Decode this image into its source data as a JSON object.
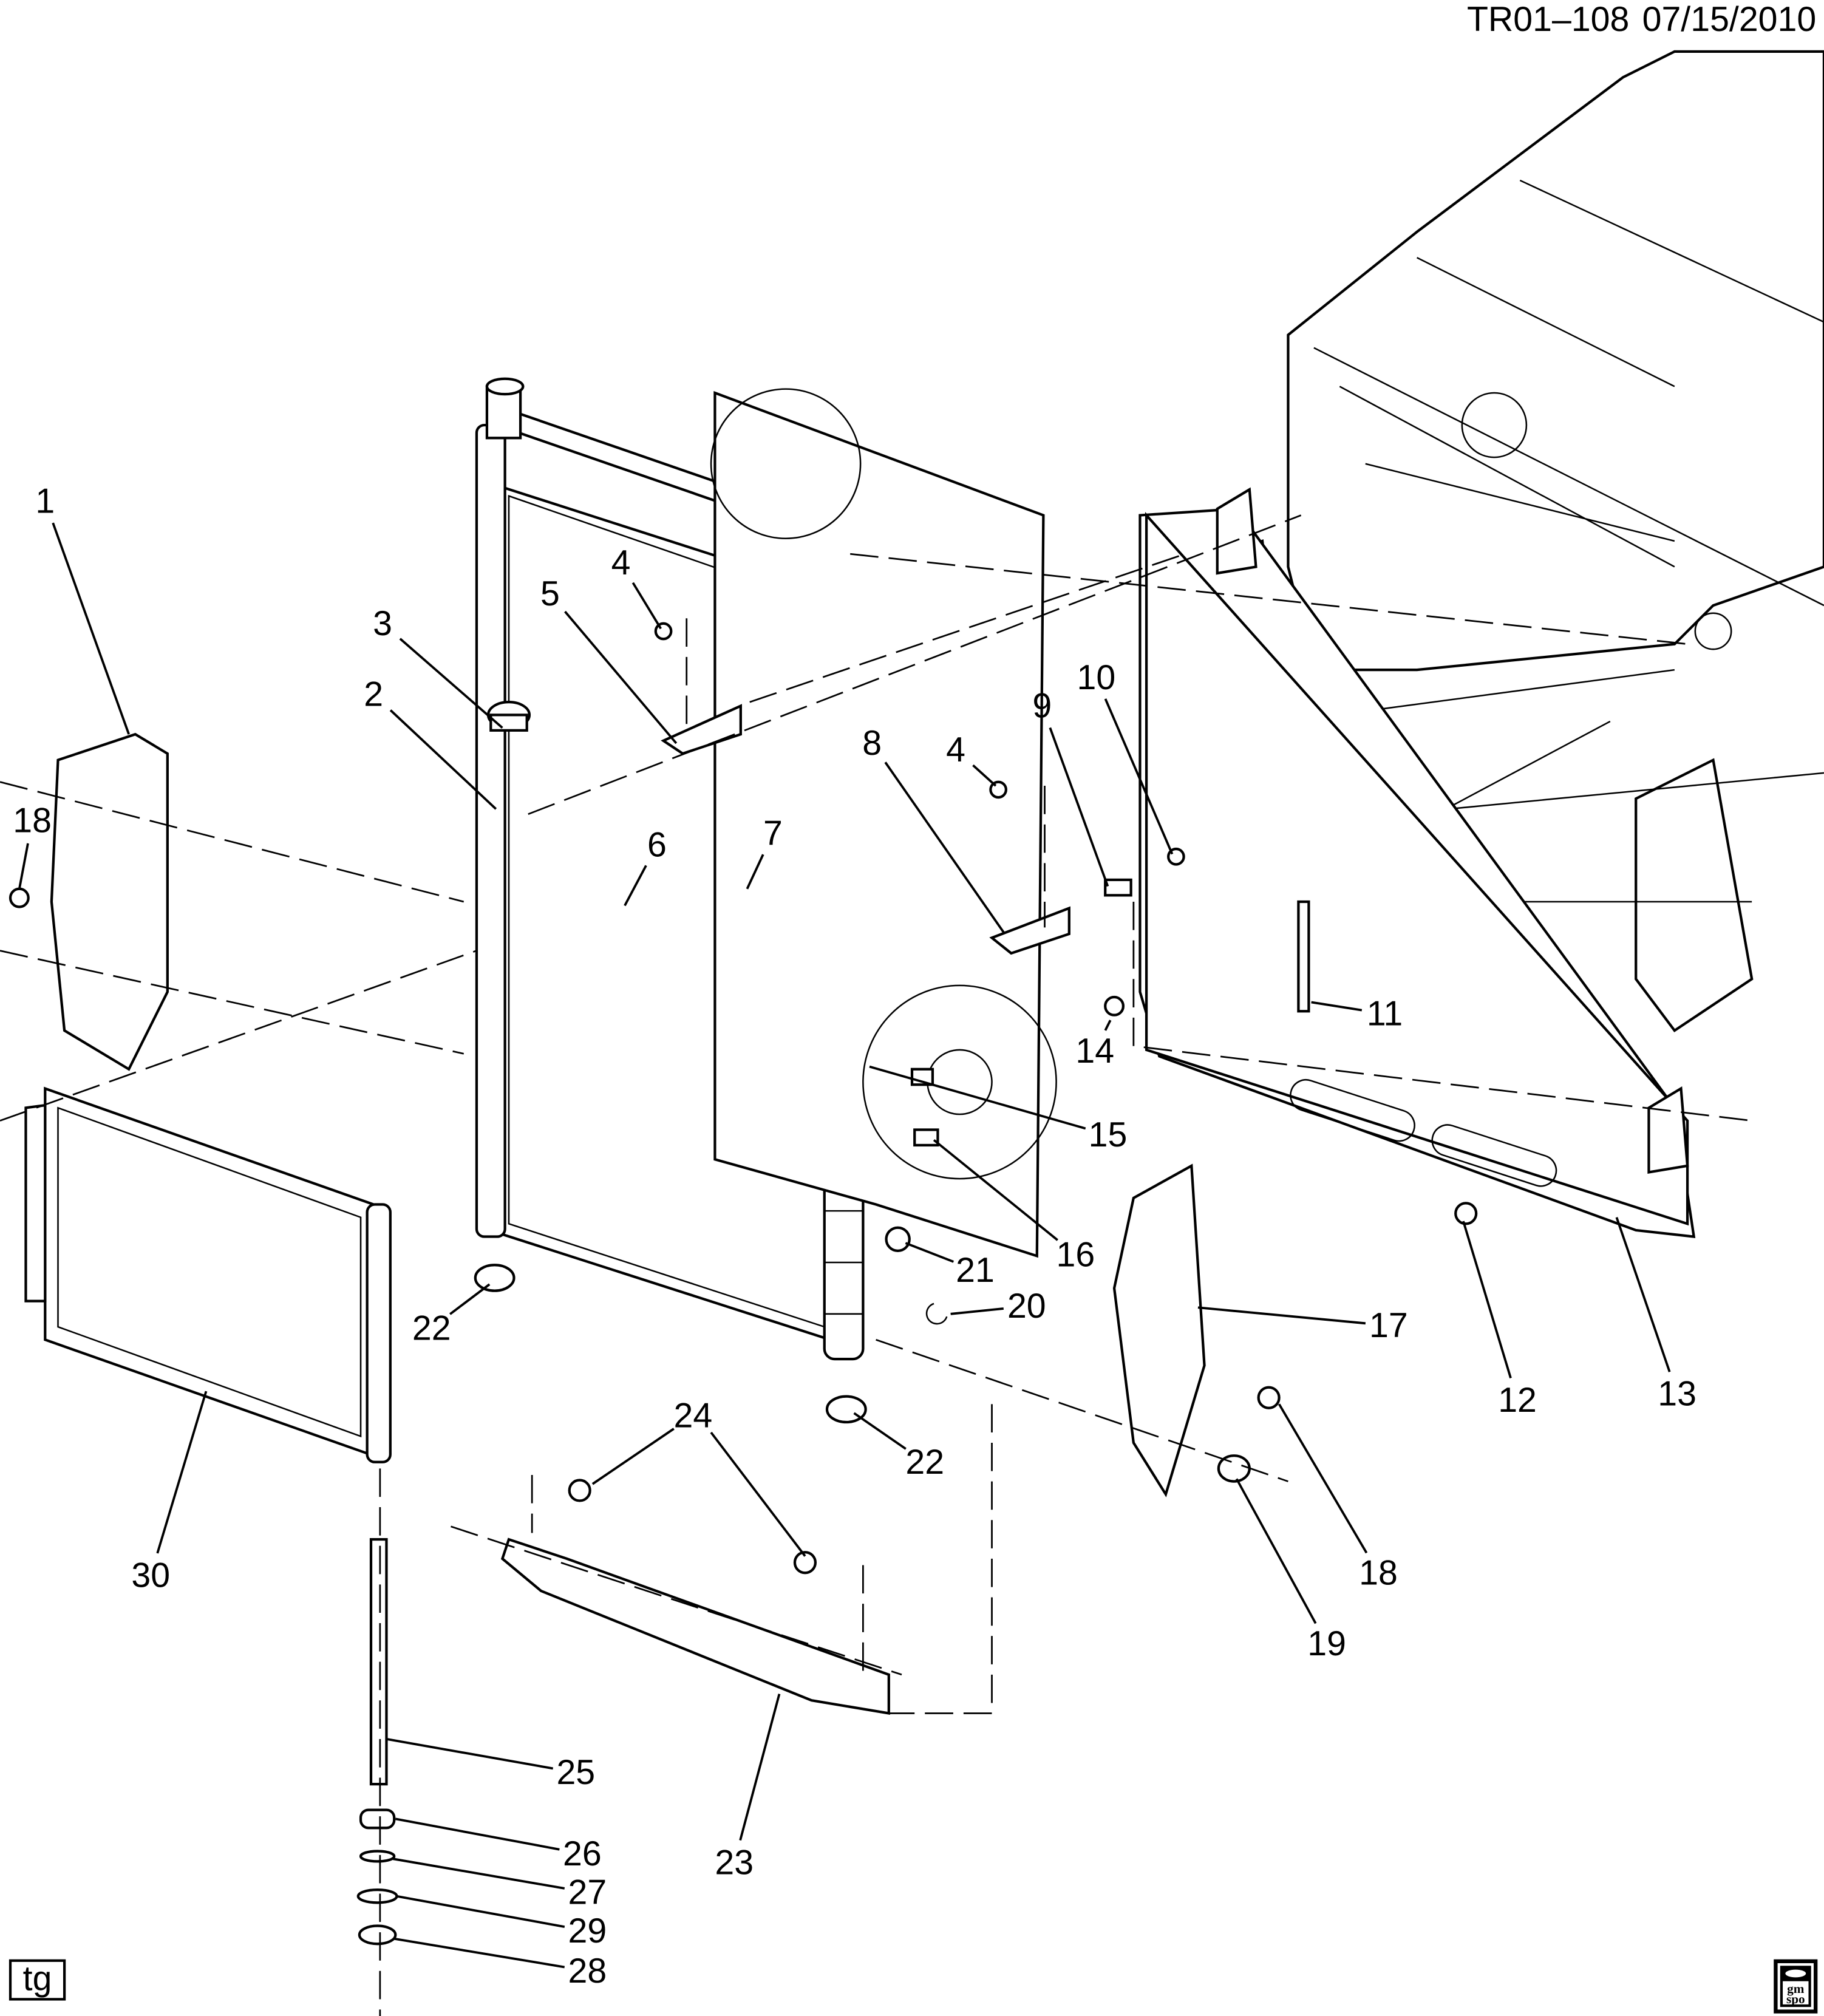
{
  "header": {
    "diagram_code": "TR01–108",
    "date": "07/15/2010"
  },
  "footer": {
    "corner_tag": "tg",
    "logo_text": "gm spo"
  },
  "callouts": [
    "1",
    "2",
    "3",
    "4",
    "5",
    "4",
    "6",
    "7",
    "8",
    "9",
    "10",
    "11",
    "14",
    "15",
    "16",
    "17",
    "18",
    "18",
    "19",
    "12",
    "13",
    "20",
    "21",
    "22",
    "22",
    "24",
    "23",
    "25",
    "26",
    "27",
    "29",
    "28",
    "30"
  ]
}
